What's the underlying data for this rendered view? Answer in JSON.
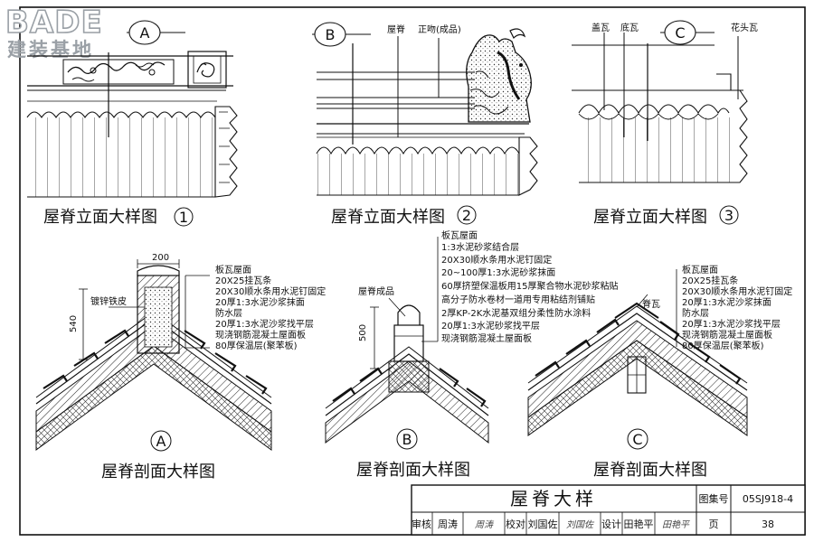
{
  "logo": {
    "brand": "BADE",
    "subtitle": "建装基地"
  },
  "markers": {
    "a": "A",
    "b": "B",
    "c": "C"
  },
  "elevation_a": {
    "caption": "屋脊立面大样图",
    "number": "1"
  },
  "elevation_b": {
    "caption": "屋脊立面大样图",
    "number": "2",
    "label_ridge": "屋脊",
    "label_ornament": "正吻(成品)"
  },
  "elevation_c": {
    "caption": "屋脊立面大样图",
    "number": "3",
    "label_cover_tile": "盖瓦",
    "label_base_tile": "底瓦",
    "label_flower_tile": "花头瓦"
  },
  "section_a": {
    "caption": "屋脊剖面大样图",
    "dim_width": "200",
    "dim_height": "540",
    "label_flashing": "镀锌铁皮",
    "layers": [
      "板瓦屋面",
      "20X25挂瓦条",
      "20X30顺水条用水泥钉固定",
      "20厚1:3水泥沙浆抹面",
      "防水层",
      "20厚1:3水泥沙浆找平层",
      "现浇钢筋混凝土屋面板",
      "80厚保温层(聚苯板)"
    ]
  },
  "section_b": {
    "caption": "屋脊剖面大样图",
    "dim_height": "500",
    "label_ridge_product": "屋脊成品",
    "layers": [
      "板瓦屋面",
      "1:3水泥砂浆结合层",
      "20X30顺水条用水泥钉固定",
      "20~100厚1:3水泥砂浆抹面",
      "60厚挤塑保温板用15厚聚合物水泥砂浆粘贴",
      "高分子防水卷材一道用专用粘结剂铺贴",
      "2厚KP-2K水泥基双组分柔性防水涂料",
      "20厚1:3水泥砂浆找平层",
      "现浇钢筋混凝土屋面板"
    ]
  },
  "section_c": {
    "caption": "屋脊剖面大样图",
    "label_ridge_tile": "脊瓦",
    "layers": [
      "板瓦屋面",
      "20X25挂瓦条",
      "20X30顺水条用水泥钉固定",
      "20厚1:3水泥沙浆抹面",
      "防水层",
      "20厚1:3水泥沙浆找平层",
      "现浇钢筋混凝土屋面板",
      "80厚保温层(聚苯板)"
    ]
  },
  "title_block": {
    "title": "屋脊大样",
    "atlas_label": "图集号",
    "atlas_value": "05SJ918-4",
    "review_label": "审核",
    "review_name": "周涛",
    "review_sign": "周涛",
    "check_label": "校对",
    "check_name": "刘国佐",
    "check_sign": "刘国佐",
    "design_label": "设计",
    "design_name": "田艳平",
    "design_sign": "田艳平",
    "page_label": "页",
    "page_value": "38"
  }
}
